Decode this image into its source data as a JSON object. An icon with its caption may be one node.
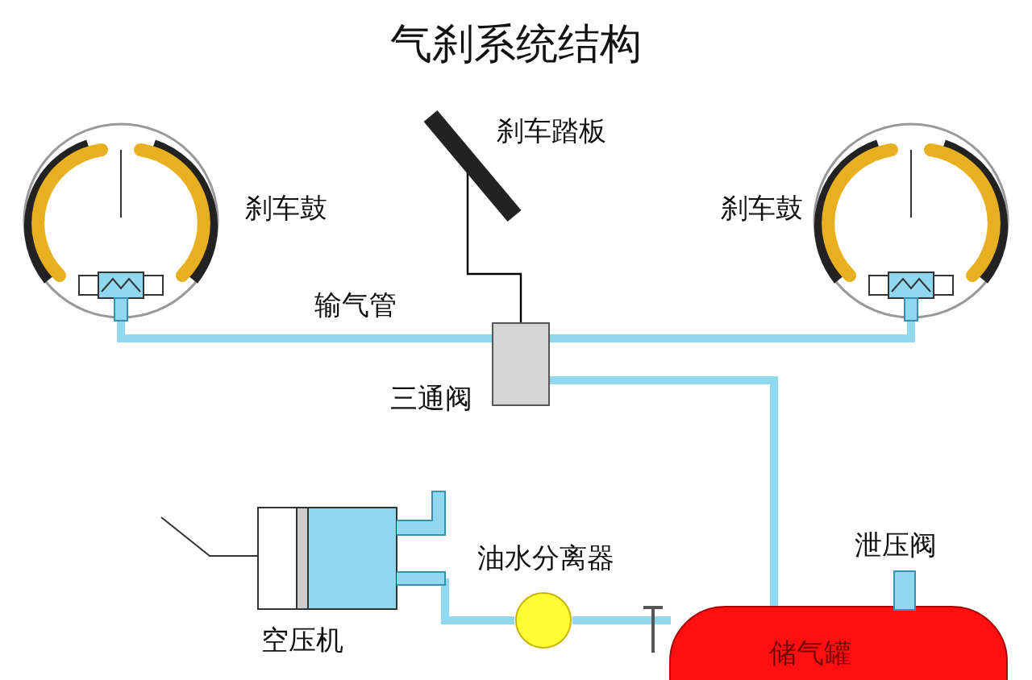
{
  "diagram": {
    "title": "气刹系统结构",
    "nodes": [
      {
        "text": [],
        "shape": "picture",
        "beside": [
          "刹车鼓"
        ]
      },
      {
        "text": [],
        "shape": "picture",
        "beside": [
          "刹车鼓"
        ]
      },
      {
        "text": [],
        "shape": "bar",
        "beside": [
          "刹车踏板"
        ]
      },
      {
        "text": [],
        "shape": "box",
        "beside": [
          "三通阀"
        ]
      },
      {
        "text": [],
        "shape": "picture",
        "beside": [
          "空压机"
        ]
      },
      {
        "text": [],
        "shape": "circle",
        "beside": [
          "油水分离器"
        ]
      },
      {
        "text": [
          "储气罐"
        ]
      },
      {
        "text": [],
        "shape": "box",
        "beside": [
          "泄压阀"
        ]
      }
    ],
    "edges": [
      {
        "from": 3,
        "to": 0,
        "arrow": "none",
        "label": "输气管"
      },
      {
        "from": 3,
        "to": 1,
        "arrow": "none"
      },
      {
        "from": 2,
        "to": 3,
        "arrow": "none",
        "color": "#000000"
      },
      {
        "from": 4,
        "to": 5,
        "arrow": "none"
      },
      {
        "from": 5,
        "to": 6,
        "arrow": "none"
      },
      {
        "from": 6,
        "to": 3,
        "arrow": "none"
      }
    ]
  }
}
